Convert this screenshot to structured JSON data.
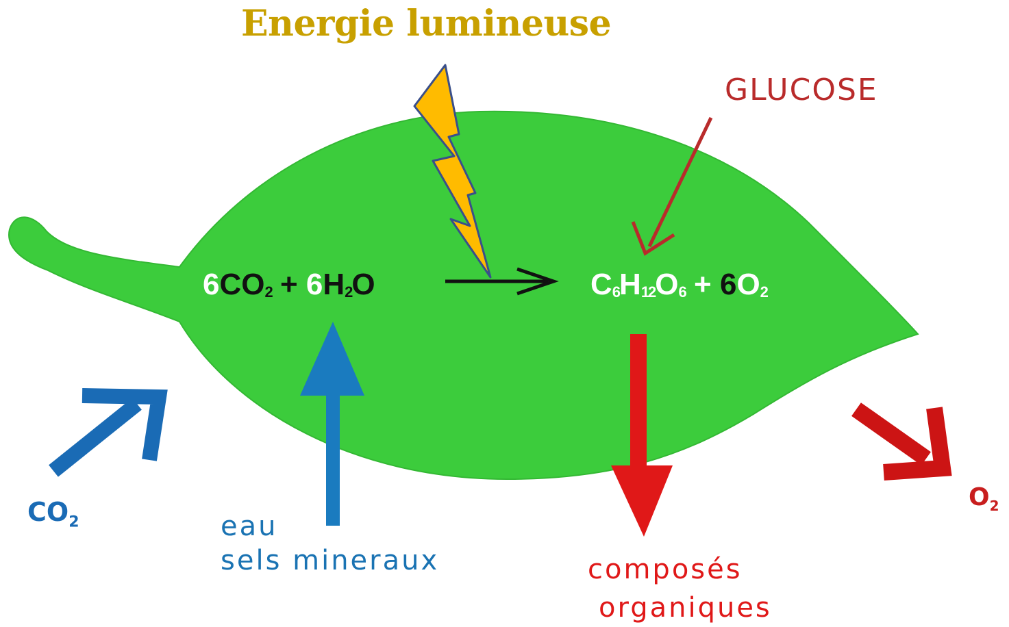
{
  "title": "Energie lumineuse",
  "equation": {
    "left": {
      "coef1": "6",
      "co": "CO",
      "sub2a": "2",
      "plus": "+",
      "coef2": "6",
      "h": "H",
      "sub2b": "2",
      "o": "O"
    },
    "right": {
      "c": "C",
      "sub6a": "6",
      "h": "H",
      "sub12": "12",
      "o": "O",
      "sub6b": "6",
      "plus": "+",
      "coef": "6",
      "o2": "O",
      "sub2": "2"
    }
  },
  "labels": {
    "glucose": "GLUCOSE",
    "co2_in_base": "CO",
    "co2_in_sub": "2",
    "o2_out_base": "O",
    "o2_out_sub": "2",
    "water_line1": "eau",
    "water_line2": "sels mineraux",
    "compounds_line1": "composés",
    "compounds_line2": "organiques"
  },
  "colors": {
    "leaf": "#3ccc3c",
    "leaf_edge": "#2fb52f",
    "title": "#c8a000",
    "lightning_fill": "#ffbb00",
    "lightning_stroke": "#3a4f8a",
    "blue_arrow": "#1a6bb5",
    "red_arrow": "#e01818",
    "glucose": "#b92b2b"
  },
  "icons": [
    "lightning-icon",
    "leaf-icon",
    "arrow-icon"
  ]
}
